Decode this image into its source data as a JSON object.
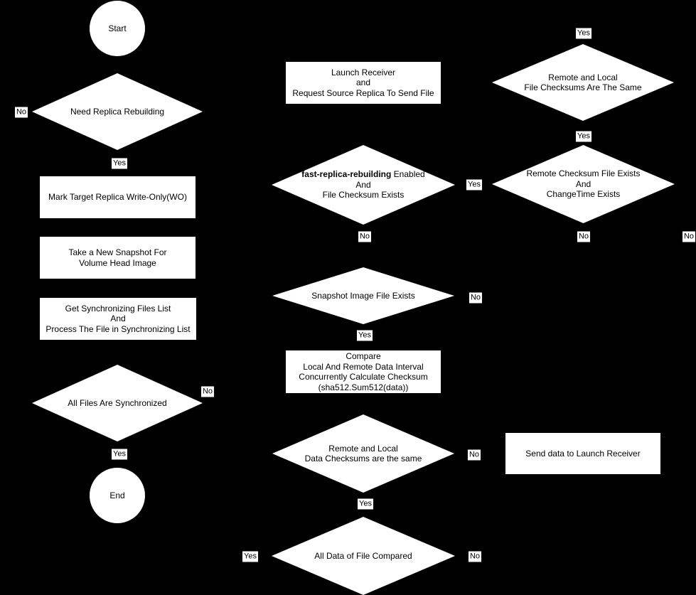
{
  "colors": {
    "background": "#000000",
    "shape_fill": "#ffffff",
    "text": "#000000"
  },
  "nodes": {
    "start": {
      "type": "circle",
      "label": "Start"
    },
    "need_replica_rebuilding": {
      "type": "decision",
      "label": "Need Replica Rebuilding"
    },
    "mark_target_replica": {
      "type": "process",
      "label": "Mark Target Replica Write-Only(WO)"
    },
    "take_new_snapshot": {
      "type": "process",
      "label": "Take a New Snapshot For\nVolume Head Image"
    },
    "get_sync_files_list": {
      "type": "process",
      "label": "Get Synchronizing Files List\nAnd\nProcess The File in Synchronizing List"
    },
    "all_files_synchronized": {
      "type": "decision",
      "label": "All Files Are Synchronized"
    },
    "end": {
      "type": "circle",
      "label": "End"
    },
    "launch_receiver": {
      "type": "process",
      "label": "Launch Receiver\nand\nRequest Source Replica To Send File"
    },
    "fast_replica_rebuilding": {
      "type": "decision",
      "label_bold": "fast-replica-rebuilding",
      "label_rest": " Enabled\nAnd\nFile Checksum Exists"
    },
    "snapshot_image_exists": {
      "type": "decision",
      "label": "Snapshot Image File Exists"
    },
    "compare_checksum": {
      "type": "process",
      "label": "Compare\nLocal And Remote Data Interval\nConcurrently Calculate Checksum\n(sha512.Sum512(data))"
    },
    "data_checksums_same": {
      "type": "decision",
      "label": "Remote and Local\nData Checksums are the same"
    },
    "all_data_compared": {
      "type": "decision",
      "label": "All Data of File Compared"
    },
    "file_checksums_same": {
      "type": "decision",
      "label": "Remote and Local\nFile Checksums Are The Same"
    },
    "remote_checksum_exists": {
      "type": "decision",
      "label": "Remote Checksum File Exists\nAnd\nChangeTime Exists"
    },
    "send_data": {
      "type": "process",
      "label": "Send data to Launch Receiver"
    }
  },
  "edge_labels": {
    "no_need_replica": "No",
    "yes_need_replica": "Yes",
    "no_all_files": "No",
    "yes_all_files": "Yes",
    "yes_fast_replica": "Yes",
    "no_fast_replica": "No",
    "no_snapshot_exists": "No",
    "yes_snapshot_exists": "Yes",
    "no_data_checksums": "No",
    "yes_data_checksums": "Yes",
    "yes_all_data": "Yes",
    "no_all_data": "No",
    "yes_file_checksums_top": "Yes",
    "yes_file_checksums_bottom": "Yes",
    "no_remote_checksum": "No",
    "no_remote_checksum_right": "No"
  }
}
